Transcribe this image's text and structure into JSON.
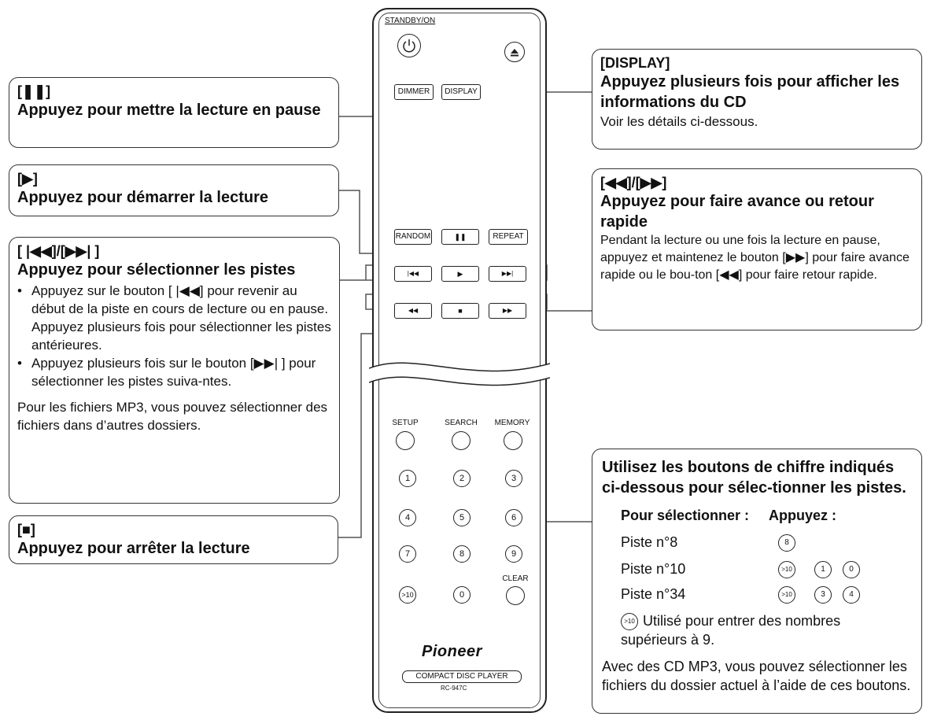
{
  "remote": {
    "standby_label": "STANDBY/ON",
    "dimmer": "DIMMER",
    "display": "DISPLAY",
    "random": "RANDOM",
    "pause": "❚❚",
    "repeat": "REPEAT",
    "prev": "|◀◀",
    "play": "▶",
    "next": "▶▶|",
    "rew": "◀◀",
    "stop": "■",
    "ff": "▶▶",
    "setup": "SETUP",
    "search": "SEARCH",
    "memory": "MEMORY",
    "clear": "CLEAR",
    "digits": [
      "1",
      "2",
      "3",
      "4",
      "5",
      "6",
      "7",
      "8",
      "9",
      ">10",
      "0"
    ],
    "brand": "Pioneer",
    "product": "COMPACT DISC PLAYER",
    "model": "RC-947C"
  },
  "callouts": {
    "pause": {
      "code": "[❚❚]",
      "title": "Appuyez pour mettre la lecture en pause"
    },
    "play": {
      "code": "[▶]",
      "title": "Appuyez pour démarrer la lecture"
    },
    "skip": {
      "code": "[ |◀◀]/[▶▶| ]",
      "title": "Appuyez pour sélectionner les pistes",
      "bullet1": "Appuyez sur le bouton [ |◀◀] pour revenir au début de la piste en cours de lecture ou en pause. Appuyez plusieurs fois pour sélectionner les pistes antérieures.",
      "bullet2": "Appuyez plusieurs fois sur le bouton [▶▶| ] pour sélectionner les pistes suiva-ntes.",
      "note": "Pour les fichiers MP3, vous pouvez sélectionner des fichiers dans d’autres dossiers."
    },
    "stop": {
      "code": "[■]",
      "title": "Appuyez pour arrêter la lecture"
    },
    "display": {
      "code": "[DISPLAY]",
      "title": "Appuyez plusieurs fois pour afficher les informations du CD",
      "text": "Voir les détails ci-dessous."
    },
    "scan": {
      "code": "[◀◀]/[▶▶]",
      "title": "Appuyez pour faire avance ou retour rapide",
      "text": "Pendant la lecture ou une fois la lecture en pause, appuyez et maintenez le bouton [▶▶] pour faire avance rapide ou le bou-ton [◀◀] pour faire retour rapide."
    },
    "digits": {
      "title": "Utilisez les boutons de chiffre indiqués ci-dessous pour sélec-tionner les pistes.",
      "col1": "Pour sélectionner :",
      "col2": "Appuyez :",
      "rows": [
        {
          "label": "Piste n°8",
          "keys": [
            "8"
          ]
        },
        {
          "label": "Piste n°10",
          "keys": [
            ">10",
            "1",
            "0"
          ]
        },
        {
          "label": "Piste n°34",
          "keys": [
            ">10",
            "3",
            "4"
          ]
        }
      ],
      "over_key": ">10",
      "over_text": "Utilisé pour entrer des nombres supérieurs à 9.",
      "mp3_text": "Avec des CD MP3, vous pouvez sélectionner les fichiers du dossier actuel à l’aide de ces boutons."
    }
  }
}
